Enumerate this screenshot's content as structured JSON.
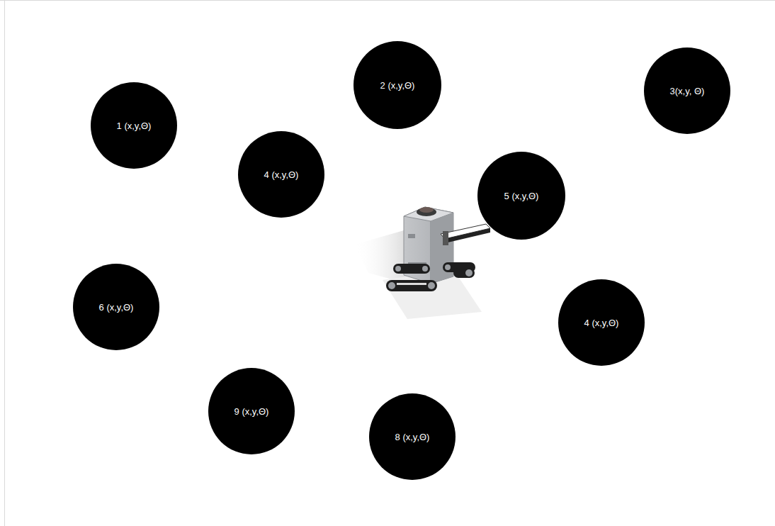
{
  "diagram": {
    "nodes": [
      {
        "text": [
          "1 (x,y,Θ)"
        ]
      },
      {
        "text": [
          "2 (x,y,Θ)"
        ]
      },
      {
        "text": [
          "3(x,y, Θ)"
        ]
      },
      {
        "text": [
          "4 (x,y,Θ)"
        ]
      },
      {
        "text": [
          "5 (x,y,Θ)"
        ]
      },
      {
        "text": [
          "6 (x,y,Θ)"
        ]
      },
      {
        "text": [
          "4 (x,y,Θ)"
        ]
      },
      {
        "text": [
          "9 (x,y,Θ)"
        ]
      },
      {
        "text": [
          "8 (x,y,Θ)"
        ]
      }
    ]
  }
}
